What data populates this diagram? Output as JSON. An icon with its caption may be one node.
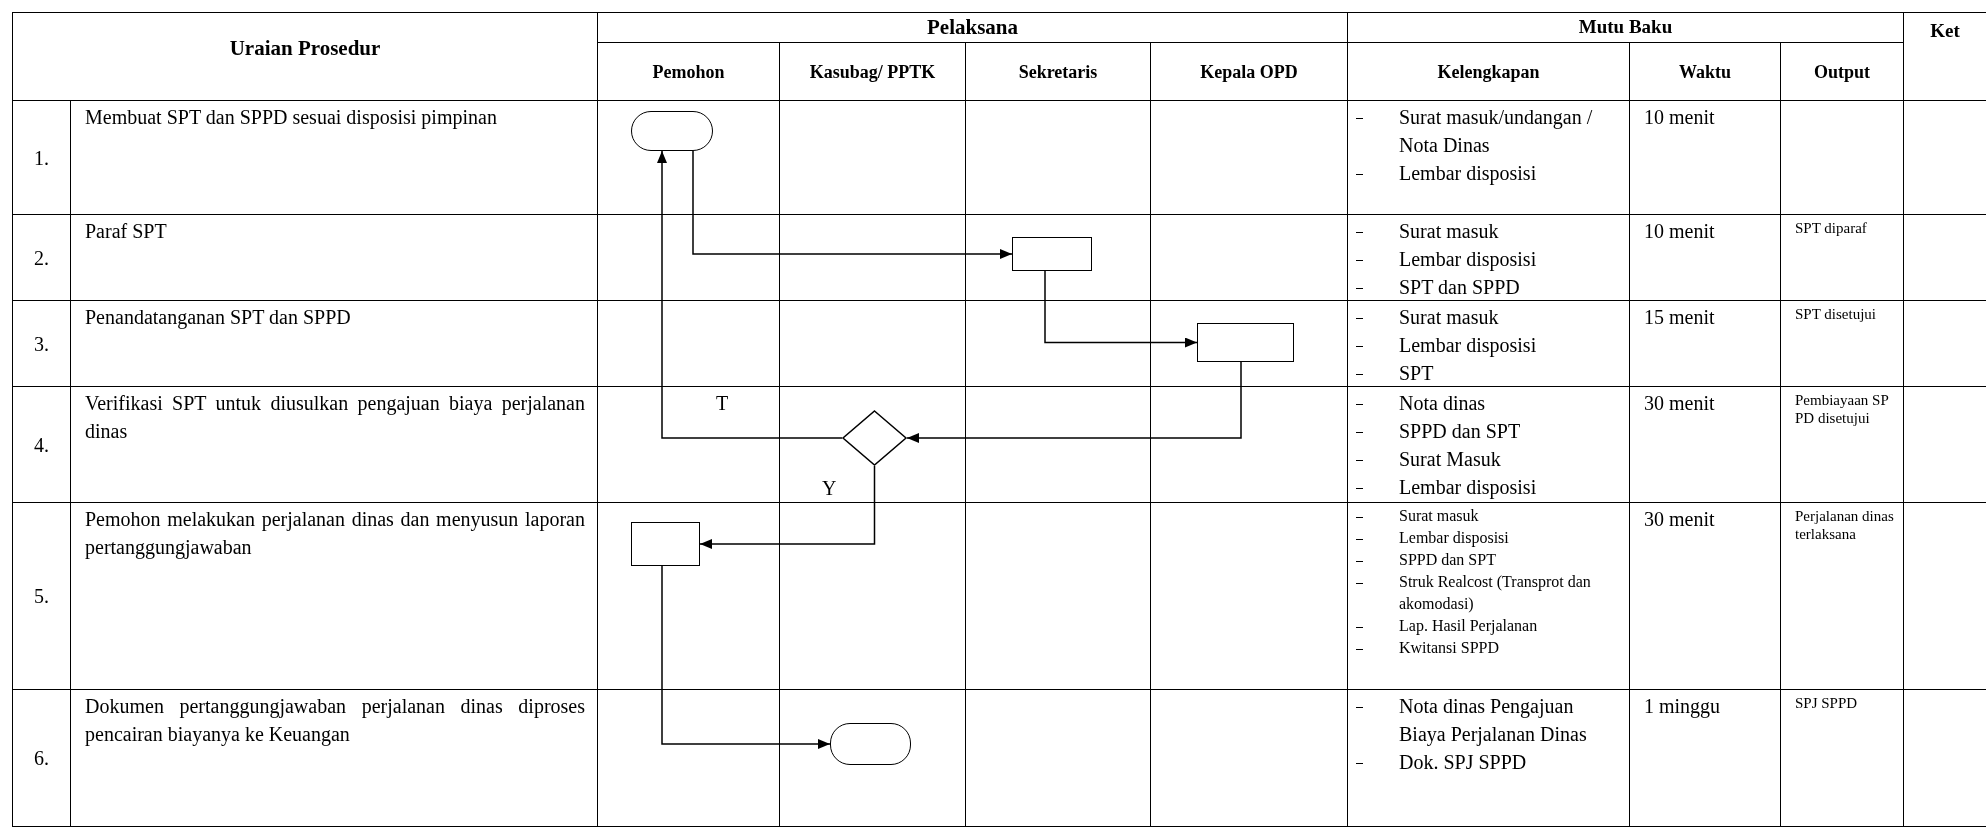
{
  "diagram": {
    "nodes": [
      {
        "text": [],
        "shape": "terminal"
      },
      {
        "text": [],
        "shape": "box"
      },
      {
        "text": [],
        "shape": "box"
      },
      {
        "text": [],
        "shape": "diamond"
      },
      {
        "text": [],
        "shape": "box"
      },
      {
        "text": [],
        "shape": "terminal"
      }
    ],
    "edges": [
      {
        "from": 0,
        "to": 1,
        "arrow": "to"
      },
      {
        "from": 1,
        "to": 2,
        "arrow": "to"
      },
      {
        "from": 2,
        "to": 3,
        "arrow": "to"
      },
      {
        "from": 3,
        "to": 0,
        "arrow": "to",
        "label": "T"
      },
      {
        "from": 3,
        "to": 4,
        "arrow": "to",
        "label": "Y"
      },
      {
        "from": 4,
        "to": 5,
        "arrow": "to"
      }
    ],
    "labels": [
      "Uraian Prosedur",
      "Pelaksana",
      "Mutu Baku",
      "Ket",
      "Pemohon",
      "Kasubag/ PPTK",
      "Sekretaris",
      "Kepala OPD",
      "Kelengkapan",
      "Waktu",
      "Output",
      "1.",
      "Membuat SPT dan SPPD sesuai disposisi pimpinan",
      "Surat masuk/undangan / Nota Dinas",
      "Lembar disposisi",
      "10 menit",
      "2.",
      "Paraf SPT",
      "Surat masuk",
      "Lembar disposisi",
      "SPT dan SPPD",
      "10 menit",
      "SPT diparaf",
      "3.",
      "Penandatanganan SPT dan SPPD",
      "Surat masuk",
      "Lembar disposisi",
      "SPT",
      "15 menit",
      "SPT disetujui",
      "4.",
      "Verifikasi SPT untuk diusulkan pengajuan biaya perjalanan dinas",
      "Nota dinas",
      "SPPD dan SPT",
      "Surat Masuk",
      "Lembar disposisi",
      "30 menit",
      "Pembiayaan SPPD disetujui",
      "5.",
      "Pemohon melakukan perjalanan dinas dan menyusun laporan pertanggungjawaban",
      "Surat masuk",
      "Lembar disposisi",
      "SPPD dan SPT",
      "Struk Realcost (Transprot dan akomodasi)",
      "Lap. Hasil Perjalanan",
      "Kwitansi SPPD",
      "30 menit",
      "Perjalanan dinas terlaksana",
      "6.",
      "Dokumen pertanggungjawaban perjalanan dinas diproses pencairan biayanya ke Keuangan",
      "Nota dinas Pengajuan Biaya Perjalanan Dinas",
      "Dok. SPJ SPPD",
      "1 minggu",
      "SPJ SPPD"
    ]
  }
}
